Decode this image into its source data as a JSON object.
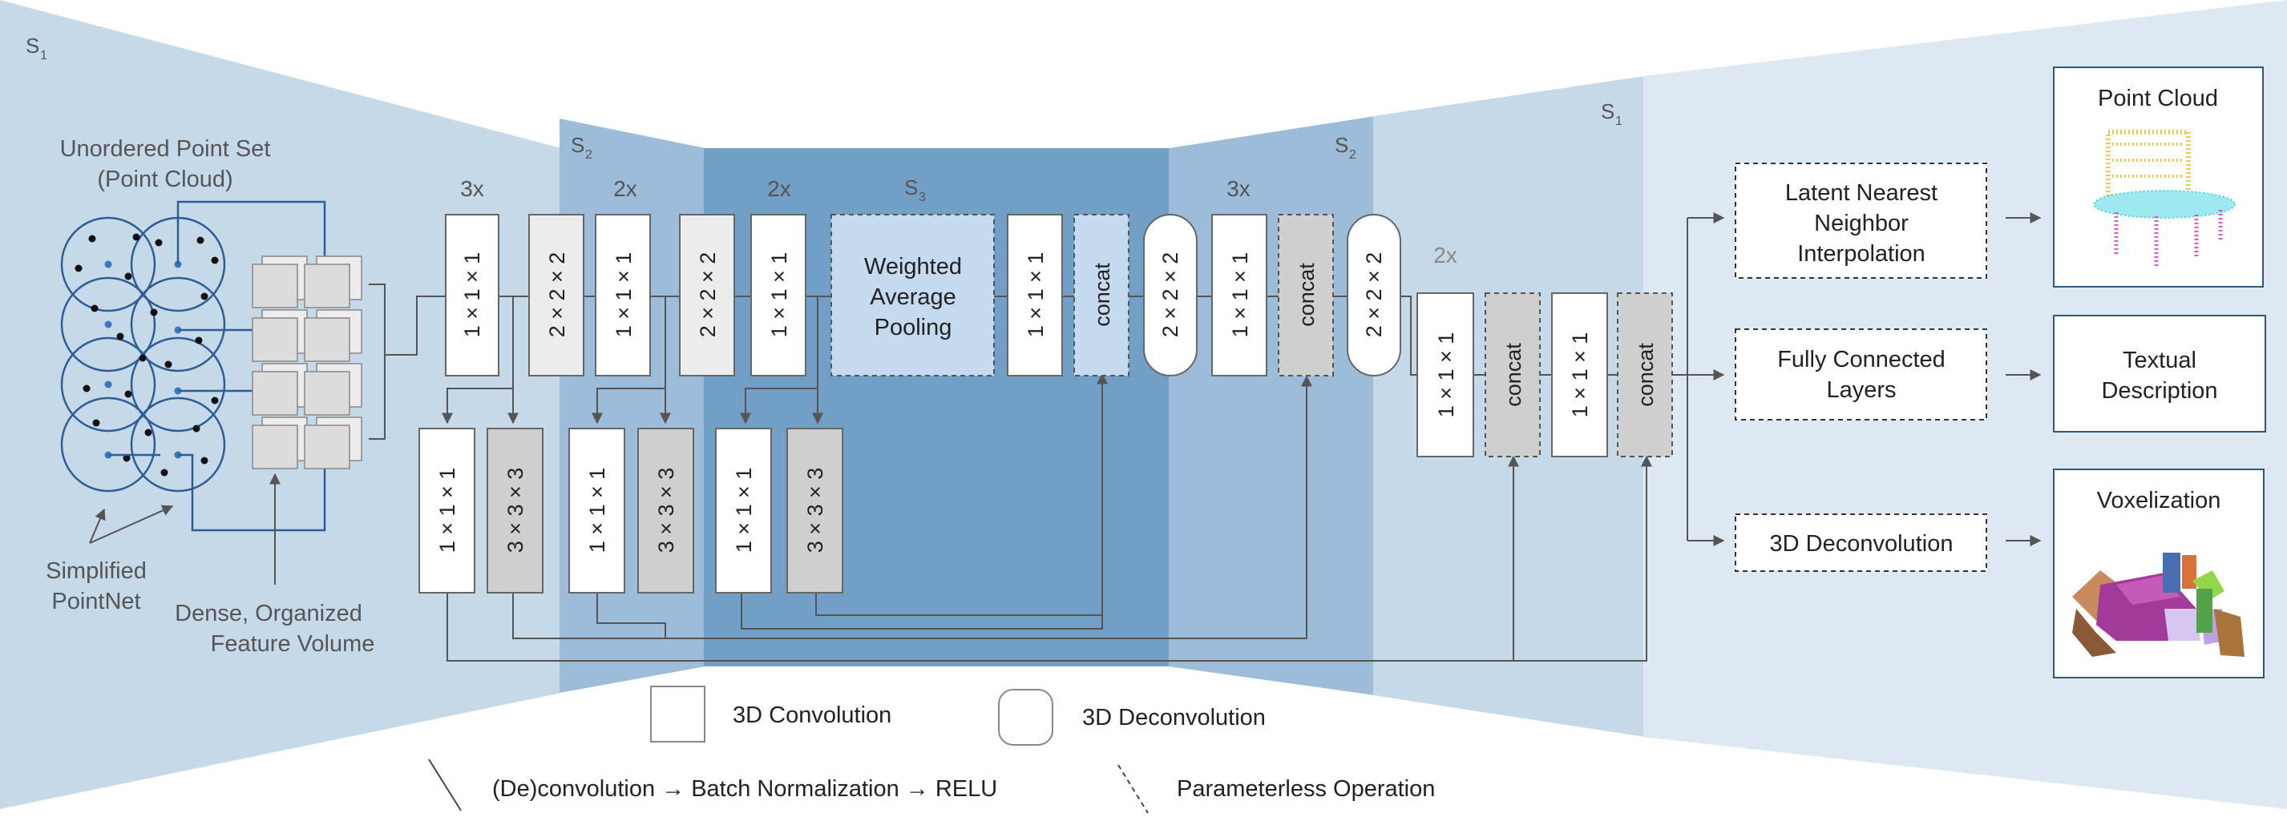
{
  "scale_labels": {
    "s1": "S",
    "s1_sub": "1",
    "s2": "S",
    "s2_sub": "2",
    "s3": "S",
    "s3_sub": "3"
  },
  "input": {
    "title_line1": "Unordered Point Set",
    "title_line2": "(Point Cloud)",
    "pointnet_line1": "Simplified",
    "pointnet_line2": "PointNet",
    "volume_line1": "Dense, Organized",
    "volume_line2": "Feature Volume"
  },
  "repeats": {
    "r1": "3x",
    "r2": "2x",
    "r3": "2x",
    "r4": "3x",
    "r5": "2x"
  },
  "blocks": {
    "conv111": "1 × 1 × 1",
    "conv222": "2 × 2 × 2",
    "conv333": "3 × 3 × 3",
    "deconv222": "2 × 2 × 2",
    "concat": "concat",
    "pool_line1": "Weighted",
    "pool_line2": "Average",
    "pool_line3": "Pooling"
  },
  "heads": {
    "latent_line1": "Latent Nearest",
    "latent_line2": "Neighbor",
    "latent_line3": "Interpolation",
    "fc_line1": "Fully Connected",
    "fc_line2": "Layers",
    "deconv": "3D Deconvolution"
  },
  "outputs": {
    "point_cloud": "Point Cloud",
    "textual_line1": "Textual",
    "textual_line2": "Description",
    "voxelization": "Voxelization"
  },
  "legend": {
    "conv": "3D Convolution",
    "deconv": "3D Deconvolution",
    "bn": "(De)convolution → Batch Normalization → RELU",
    "param": "Parameterless Operation"
  }
}
